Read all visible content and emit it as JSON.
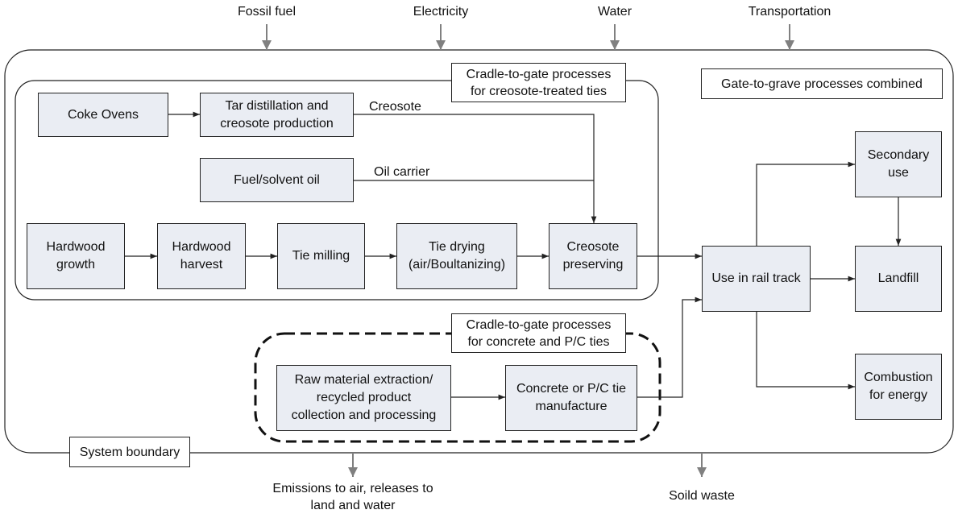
{
  "inputs": {
    "fossil_fuel": "Fossil fuel",
    "electricity": "Electricity",
    "water": "Water",
    "transportation": "Transportation"
  },
  "outputs": {
    "emissions": "Emissions to air, releases to\nland and water",
    "solid_waste": "Soild waste"
  },
  "labels": {
    "creosote_group": "Cradle-to-gate processes\nfor creosote-treated ties",
    "concrete_group": "Cradle-to-gate processes\nfor concrete and P/C ties",
    "gate_to_grave": "Gate-to-grave processes combined",
    "system_boundary": "System boundary"
  },
  "flows": {
    "creosote": "Creosote",
    "oil_carrier": "Oil carrier"
  },
  "processes": {
    "coke_ovens": "Coke Ovens",
    "tar_distillation": "Tar distillation and\ncreosote production",
    "fuel_solvent_oil": "Fuel/solvent oil",
    "hardwood_growth": "Hardwood\ngrowth",
    "hardwood_harvest": "Hardwood\nharvest",
    "tie_milling": "Tie milling",
    "tie_drying": "Tie drying\n(air/Boultanizing)",
    "creosote_preserving": "Creosote\npreserving",
    "raw_material": "Raw material extraction/\nrecycled product\ncollection and processing",
    "concrete_manufacture": "Concrete or P/C tie\nmanufacture",
    "use_in_rail_track": "Use in rail track",
    "secondary_use": "Secondary\nuse",
    "landfill": "Landfill",
    "combustion": "Combustion\nfor energy"
  },
  "colors": {
    "box_fill": "#eaedf3",
    "line": "#222222",
    "io_arrow": "#808080"
  }
}
